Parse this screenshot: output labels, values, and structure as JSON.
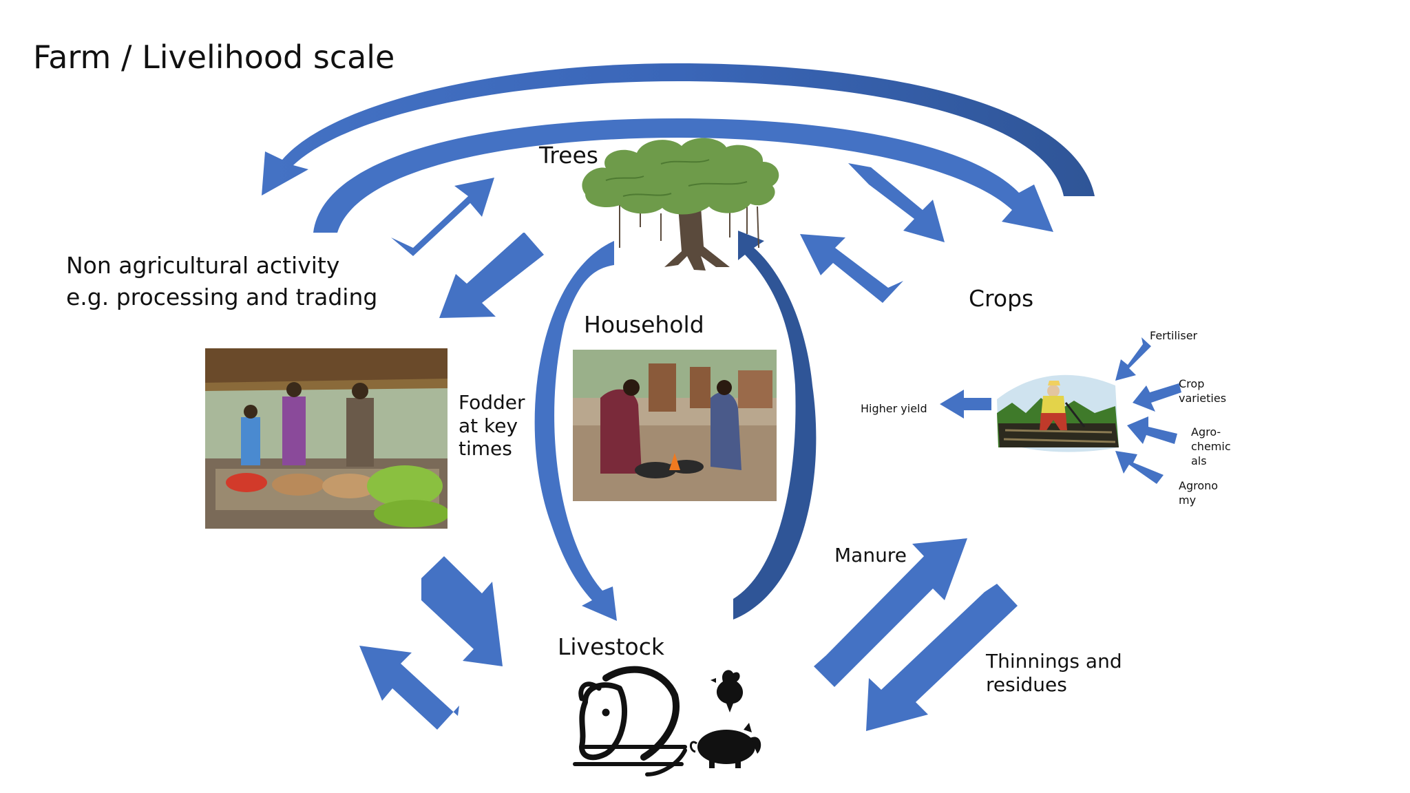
{
  "title": "Farm / Livelihood scale",
  "labels": {
    "trees": "Trees",
    "household": "Household",
    "crops": "Crops",
    "livestock": "Livestock",
    "non_ag_line1": "Non agricultural activity",
    "non_ag_line2": "e.g. processing and trading",
    "fodder_line1": "Fodder",
    "fodder_line2": "at key",
    "fodder_line3": "times",
    "manure": "Manure",
    "thinnings_line1": "Thinnings and",
    "thinnings_line2": "residues",
    "higher_yield": "Higher yield",
    "fertiliser": "Fertiliser",
    "crop_varieties_line1": "Crop",
    "crop_varieties_line2": "varieties",
    "agrochem_line1": "Agro-",
    "agrochem_line2": "chemic",
    "agrochem_line3": "als",
    "agronomy_line1": "Agrono",
    "agronomy_line2": "my"
  },
  "colors": {
    "arrow": "#4472C4",
    "arrow_dark": "#2F5597",
    "tree_foliage": "#6E9B4A",
    "tree_trunk": "#5A4A3C"
  },
  "icons": [
    "tree-illustration",
    "cow-icon",
    "pig-icon",
    "chicken-icon",
    "farmer-illustration"
  ]
}
